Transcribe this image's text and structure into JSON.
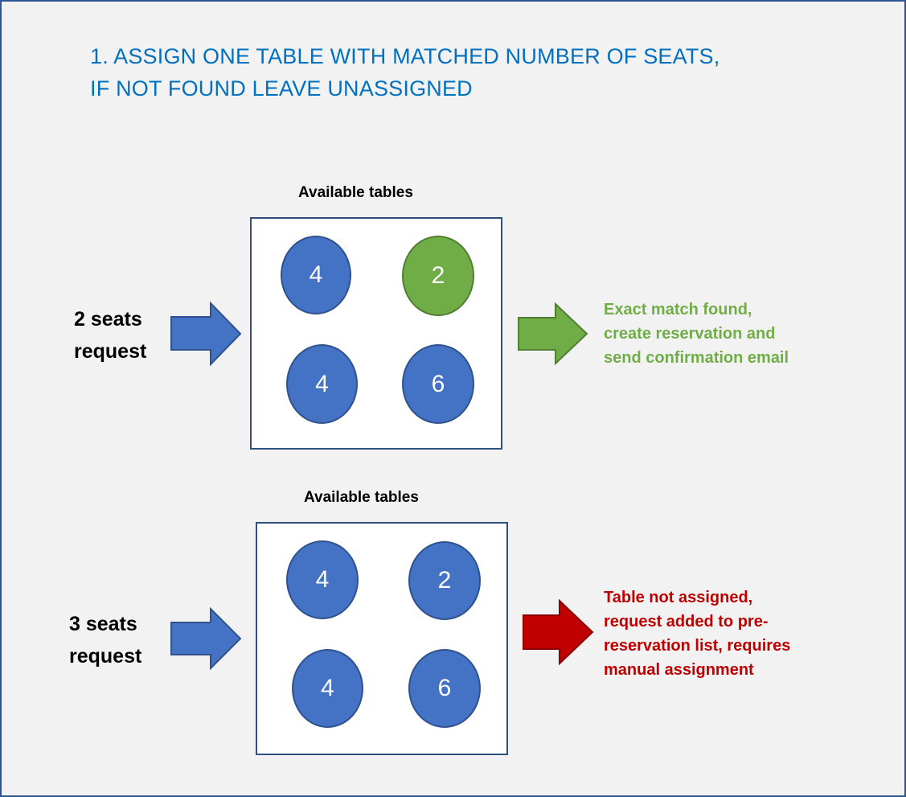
{
  "heading": {
    "line1": "1. ASSIGN ONE TABLE WITH MATCHED NUMBER OF SEATS,",
    "line2": "IF NOT FOUND LEAVE UNASSIGNED"
  },
  "colors": {
    "heading": "#0070c0",
    "table_default": "#4472c4",
    "table_match": "#70ad47",
    "arrow_input": "#4472c4",
    "arrow_success": "#70ad47",
    "arrow_fail": "#c00000",
    "text_success": "#70ad47",
    "text_fail": "#c00000"
  },
  "scenarios": [
    {
      "request_line1": "2 seats",
      "request_line2": "request",
      "panel_title": "Available tables",
      "tables": [
        {
          "seats": "4",
          "state": "available"
        },
        {
          "seats": "2",
          "state": "matched"
        },
        {
          "seats": "4",
          "state": "available"
        },
        {
          "seats": "6",
          "state": "available"
        }
      ],
      "outcome_state": "success",
      "outcome_lines": [
        "Exact match found,",
        "create reservation and",
        "send confirmation email"
      ]
    },
    {
      "request_line1": "3 seats",
      "request_line2": "request",
      "panel_title": "Available tables",
      "tables": [
        {
          "seats": "4",
          "state": "available"
        },
        {
          "seats": "2",
          "state": "available"
        },
        {
          "seats": "4",
          "state": "available"
        },
        {
          "seats": "6",
          "state": "available"
        }
      ],
      "outcome_state": "fail",
      "outcome_lines": [
        "Table not assigned,",
        "request added to pre-",
        "reservation list, requires",
        "manual assignment"
      ]
    }
  ]
}
